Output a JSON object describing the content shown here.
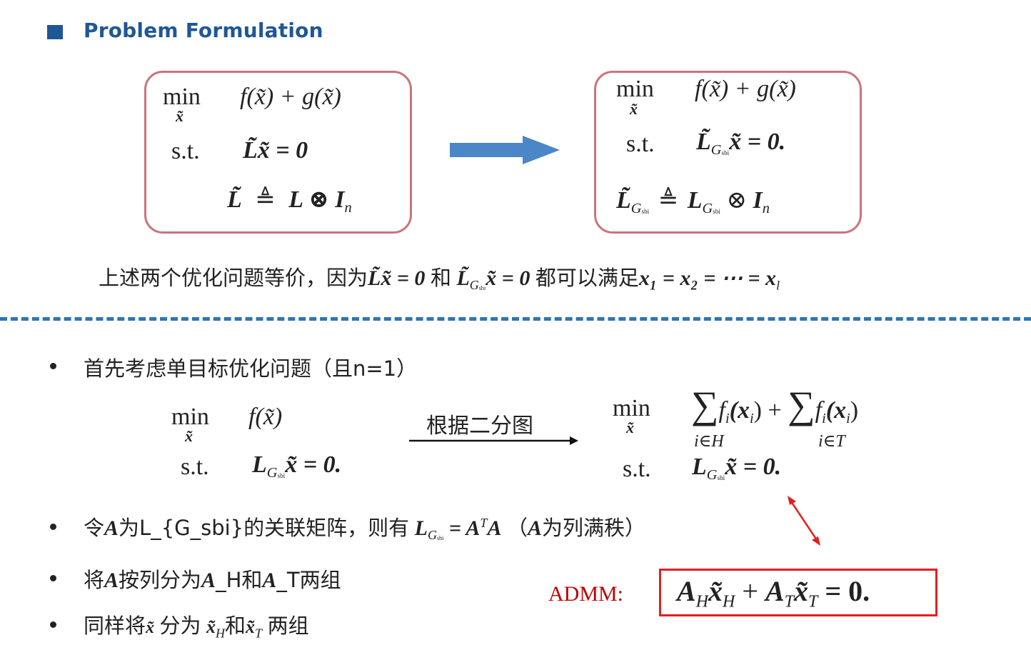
{
  "header": {
    "title": "Problem Formulation"
  },
  "box_left": {
    "min": "min",
    "min_var": "x̃",
    "objective": "f(x̃) + g(x̃)",
    "st": "s.t.",
    "constraint": "L̃x̃ = 0",
    "def_lhs": "L̃",
    "def_sym": "≜",
    "def_rhs": "L ⊗ I",
    "def_sub": "n"
  },
  "box_right": {
    "min": "min",
    "min_var": "x̃",
    "objective": "f(x̃) + g(x̃)",
    "st": "s.t.",
    "constraint_L": "L̃",
    "constraint_sub": "G",
    "constraint_subsub": "sbi",
    "constraint_rest": "x̃ = 0.",
    "def_lhs": "L̃",
    "def_sym": "≜",
    "def_mid": "L",
    "def_op": "⊗",
    "def_I": "I",
    "def_sub": "n"
  },
  "equivalence": {
    "text_a": "上述两个优化问题等价，因为",
    "eq1": "L̃x̃ = 0",
    "text_b": "和",
    "eq2_L": "L̃",
    "eq2_rest": "x̃ = 0",
    "text_c": "都可以满足",
    "chain": "x₁ = x₂ = ⋯ = x",
    "chain_sub": "l"
  },
  "bullets": {
    "b1": "首先考虑单目标优化问题（且n=1）",
    "b2_a": "令",
    "b2_A": "A",
    "b2_b": "为L_{G_sbi}的关联矩阵，则有",
    "b2_eq": "= A",
    "b2_T": "T",
    "b2_A2": "A",
    "b2_c": "（",
    "b2_d": "为列满秩）",
    "b3_a": "将",
    "b3_b": "按列分为",
    "b3_c": "_H和",
    "b3_d": "_T两组",
    "b4_a": "同样将",
    "b4_x": "x̃",
    "b4_b": "分为",
    "b4_xH": "x̃",
    "b4_H": "H",
    "b4_c": "和",
    "b4_xT": "x̃",
    "b4_T": "T",
    "b4_d": "两组"
  },
  "lower_left": {
    "min": "min",
    "min_var": "x̃",
    "objective": "f(x̃)",
    "st": "s.t.",
    "constraint_rest": "x̃ = 0."
  },
  "arrow_label": "根据二分图",
  "lower_right": {
    "min": "min",
    "min_var": "x̃",
    "sum1_body": "f",
    "sum_i": "i",
    "sum1_arg": "(x",
    "plus": "+",
    "sum1_sub": "i∈H",
    "sum2_sub": "i∈T",
    "st": "s.t.",
    "constraint_rest": "x̃ = 0."
  },
  "admm": {
    "label": "ADMM:",
    "A": "A",
    "H": "H",
    "x": "x̃",
    "plus": "+",
    "T": "T",
    "eq": "= 0."
  },
  "colors": {
    "title": "#1f5796",
    "box_border": "#c9747c",
    "arrow_fill": "#4a86c8",
    "dash": "#2e75b6",
    "admm": "#c00000"
  }
}
